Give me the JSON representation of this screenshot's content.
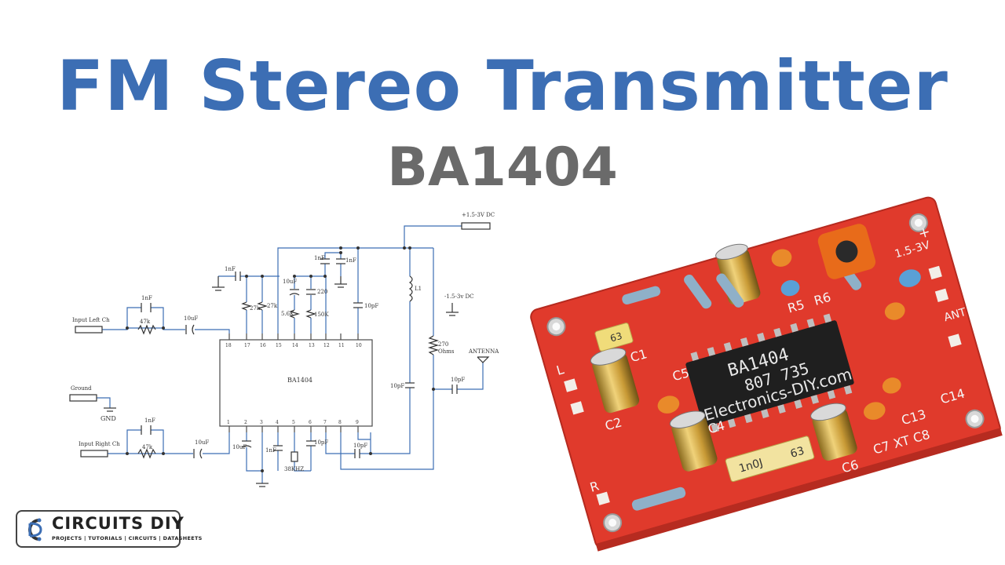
{
  "header": {
    "title": "FM Stereo Transmitter",
    "subtitle": "BA1404",
    "title_color": "#3c6eb4",
    "subtitle_color": "#6a6a6a"
  },
  "schematic": {
    "ic_label": "BA1404",
    "input_left": "Input Left Ch",
    "input_right": "Input Right Ch",
    "ground": "Ground",
    "gnd": "GND",
    "antenna": "ANTENNA",
    "supply_pos": "+1.5-3V DC",
    "supply_neg": "-1.5-3v DC",
    "inductor": "L1",
    "crystal": "38KHZ",
    "resistor_270": "270",
    "resistor_270_unit": "Ohms",
    "components": {
      "c_1nF": "1nF",
      "c_10uF": "10uF",
      "c_10pF": "10pF",
      "c_220": "220",
      "r_47k": "47k",
      "r_27k": "27k",
      "r_5_6k": "5.6K",
      "r_150k": "150K"
    },
    "pins_top": [
      "18",
      "17",
      "16",
      "15",
      "14",
      "13",
      "12",
      "11",
      "10"
    ],
    "pins_bottom": [
      "1",
      "2",
      "3",
      "4",
      "5",
      "6",
      "7",
      "8",
      "9"
    ]
  },
  "board": {
    "chip_text_1": "BA1404",
    "chip_text_2": "807 735",
    "chip_text_3": "Electronics-DIY.com",
    "silk": {
      "c1": "C1",
      "c2": "C2",
      "c4": "C4",
      "c5": "C5",
      "c6": "C6",
      "c7": "C7",
      "xt": "XT",
      "c8": "C8",
      "c13": "C13",
      "c14": "C14",
      "r5": "R5",
      "r6": "R6",
      "l": "L",
      "r": "R",
      "ant": "ANT",
      "vcc": "1.5-3V",
      "plus": "+"
    },
    "cap_63": "63",
    "cap_1n0j": "1n0J",
    "pcb_color": "#e03a2c"
  },
  "logo": {
    "name": "CIRCUITS DIY",
    "tagline": "PROJECTS | TUTORIALS | CIRCUITS | DATASHEETS"
  }
}
